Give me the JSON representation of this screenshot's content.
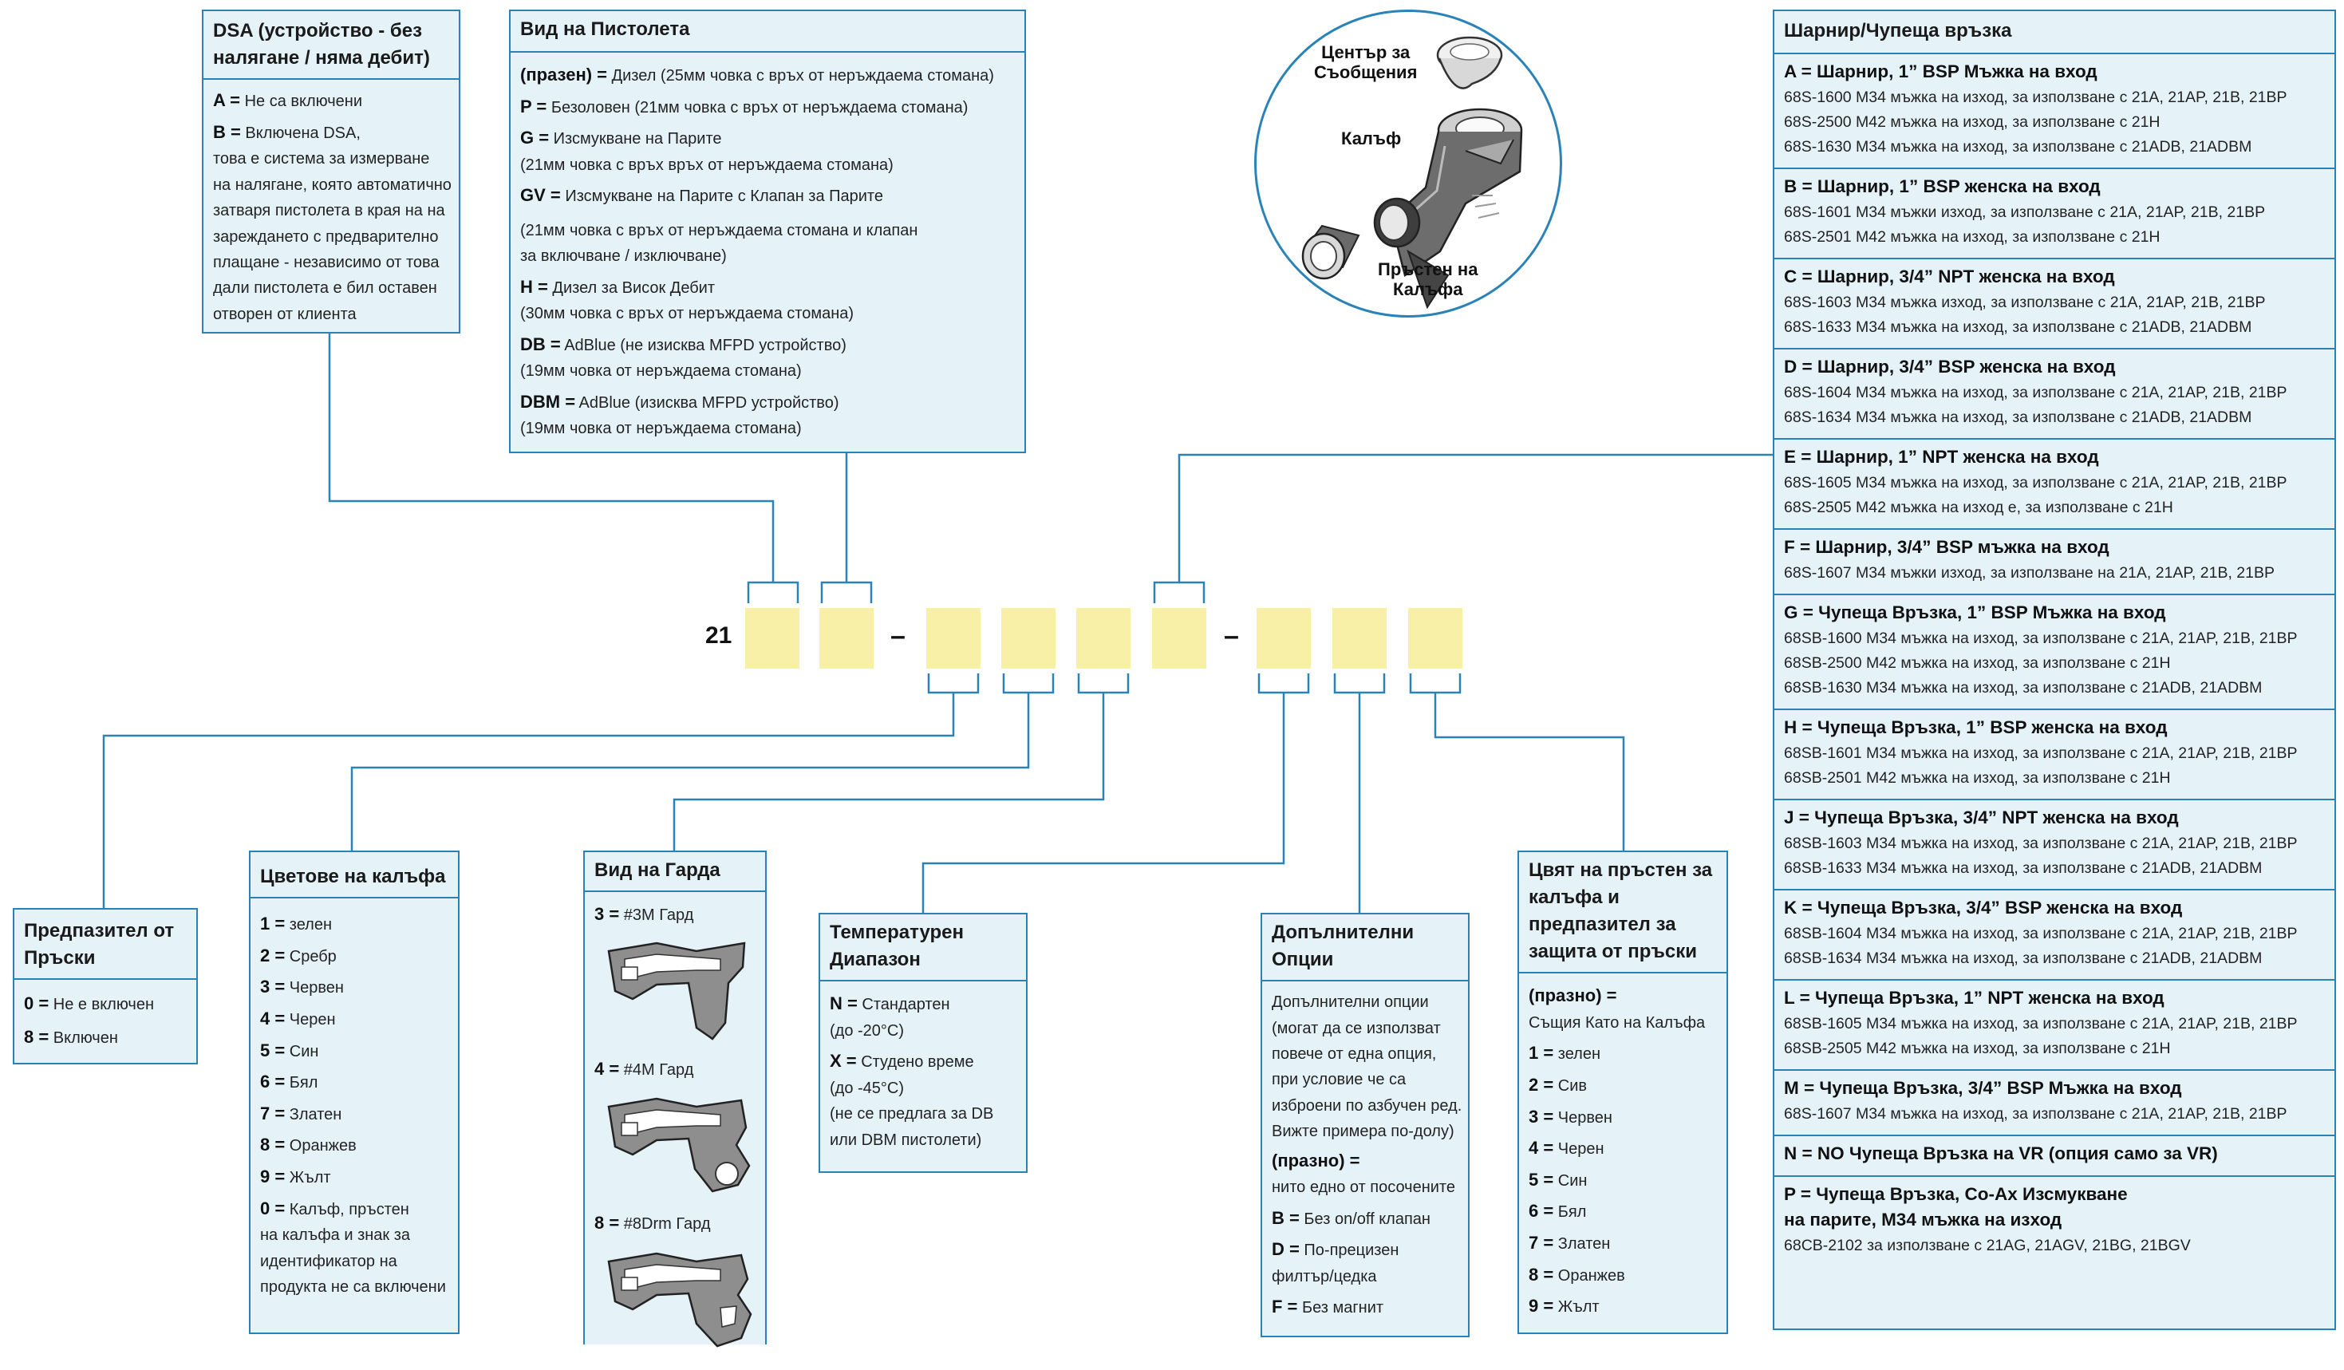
{
  "code": {
    "prefix": "21",
    "dash1": "–",
    "dash2": "–"
  },
  "colors": {
    "border": "#2a83b8",
    "box_fill": "#e5f3f9",
    "slot_fill": "#f7f0a6"
  },
  "dsa": {
    "title": "DSA (устройство - без налягане / няма дебит)",
    "a_key": "A =",
    "a_text": "Не са включени",
    "b_key": "B =",
    "b_text": "Включена DSA,",
    "b_lines": [
      "това е система за измерване",
      "на налягане, която автоматично",
      "затваря пистолета в края на на",
      "зареждането с предварително",
      "плащане - независимо от това",
      "дали пистолета е бил оставен",
      "отворен от клиента"
    ]
  },
  "nozzle": {
    "title": "Вид на Пистолета",
    "items": [
      {
        "key": "(празен) =",
        "text": "Дизел (25мм човка с връх от неръждаема стомана)"
      },
      {
        "key": "P =",
        "text": "Безоловен (21мм човка с връх от неръждаема стомана)"
      },
      {
        "key": "G =",
        "text": "Изсмукване на Парите",
        "cont": "(21мм човка с връх връх от неръждаема стомана)"
      },
      {
        "key": "GV =",
        "text": "Изсмукване на Парите с Клапан за Парите"
      },
      {
        "key": "",
        "text": "(21мм човка с връх от неръждаема стомана и клапан",
        "cont": "за включване / изключване)"
      },
      {
        "key": "H =",
        "text": "Дизел за Висок Дебит",
        "cont": "(30мм човка с връх от неръждаема стомана)"
      },
      {
        "key": "DB =",
        "text": "AdBlue (не изисква MFPD устройство)",
        "cont": "(19мм човка от неръждаема стомана)"
      },
      {
        "key": "DBM =",
        "text": "AdBlue (изисква MFPD устройство)",
        "cont": "(19мм човка от неръждаема стомана)"
      }
    ]
  },
  "illustration": {
    "label_msg": "Център за\nСъобщения",
    "label_boot": "Калъф",
    "label_ring": "Пръстен на\nКалъфа",
    "icons": [
      "message-center-icon",
      "nozzle-boot-icon",
      "boot-ring-icon"
    ]
  },
  "swivel": {
    "title": "Шарнир/Чупеща връзка",
    "sections": [
      {
        "title": "A = Шарнир, 1” BSP Мъжка на вход",
        "lines": [
          "68S-1600 M34 мъжка на изход, за използване с  21A, 21AP, 21B, 21BP",
          "68S-2500 M42 мъжка на изход, за използване с 21H",
          "68S-1630 M34 мъжка на изход, за използване с 21ADB, 21ADBM"
        ]
      },
      {
        "title": "B = Шарнир, 1” BSP женска на вход",
        "lines": [
          "68S-1601 M34 мъжки изход, за използване с 21A, 21AP, 21B, 21BP",
          "68S-2501 M42 мъжка на изход, за използване с 21H"
        ]
      },
      {
        "title": "C = Шарнир, 3/4” NPT женска на вход",
        "lines": [
          "68S-1603 M34 мъжка изход, за използване с  21A, 21AP, 21B, 21BP",
          "68S-1633 M34 мъжка на изход, за използване с  21ADB, 21ADBM"
        ]
      },
      {
        "title": "D = Шарнир, 3/4” BSP женска на вход",
        "lines": [
          "68S-1604 M34 мъжка на изход, за използване с  21A, 21AP, 21B, 21BP",
          "68S-1634 M34 мъжка на изход, за използване с  21ADB, 21ADBM"
        ]
      },
      {
        "title": "E = Шарнир, 1” NPT женска на вход",
        "lines": [
          "68S-1605 M34 мъжка на изход, за използване с  21A, 21AP, 21B, 21BP",
          "68S-2505 M42 мъжка на изход е, за използване с  21H"
        ]
      },
      {
        "title": "F = Шарнир, 3/4” BSP мъжка на вход",
        "lines": [
          "68S-1607 M34 мъжки изход, за използване на 21A, 21AP, 21B, 21BP"
        ]
      },
      {
        "title": "G = Чупеща Връзка, 1” BSP Мъжка на вход",
        "lines": [
          "68SB-1600 M34 мъжка на изход, за използване с 21A, 21AP, 21B, 21BP",
          "68SB-2500 M42 мъжка на изход, за използване с 21H",
          "68SB-1630 M34 мъжка на изход, за използване с 21ADB, 21ADBM"
        ]
      },
      {
        "title": "H = Чупеща Връзка, 1” BSP женска на вход",
        "lines": [
          "68SB-1601 M34 мъжка на изход, за използване с  21A, 21AP, 21B, 21BP",
          "68SB-2501 M42 мъжка на изход, за използване с  21H"
        ]
      },
      {
        "title": "J = Чупеща Връзка, 3/4” NPT женска на вход",
        "lines": [
          "68SB-1603 M34 мъжка на изход, за използване с  21A, 21AP, 21B, 21BP",
          "68SB-1633 M34 мъжка на изход, за използване с  21ADB, 21ADBM"
        ]
      },
      {
        "title": "K = Чупеща Връзка, 3/4” BSP женска на вход",
        "lines": [
          "68SB-1604 M34 мъжка на изход, за използване с  21A, 21AP, 21B, 21BP",
          "68SB-1634 M34 мъжка на изход, за използване с  21ADB, 21ADBM"
        ]
      },
      {
        "title": "L = Чупеща Връзка, 1” NPT женска на вход",
        "lines": [
          "68SB-1605 M34 мъжка на изход, за използване с 21A, 21AP, 21B, 21BP",
          "68SB-2505 M42 мъжка на изход, за използване с  21H"
        ]
      },
      {
        "title": "M = Чупеща Връзка, 3/4” BSP Мъжка на вход",
        "lines": [
          "68S-1607 M34 мъжка на изход, за използване с 21A, 21AP, 21B, 21BP"
        ]
      },
      {
        "title": "N = NO Чупеща Връзка на VR (опция само за VR)",
        "lines": []
      },
      {
        "title": "P = Чупеща Връзка, Co-Ax Изсмукване",
        "title2": "на парите, M34 мъжка на изход",
        "lines": [
          "68CB-2102 за използване с  21AG, 21AGV, 21BG, 21BGV"
        ]
      }
    ]
  },
  "splash": {
    "title": "Предпазител от Пръски",
    "items": [
      {
        "key": "0 =",
        "text": "Не е включен"
      },
      {
        "key": "8 =",
        "text": "Включен"
      }
    ]
  },
  "bootcolor": {
    "title": "Цветове на калъфа",
    "items": [
      {
        "key": "1 =",
        "text": "зелен"
      },
      {
        "key": "2 =",
        "text": "Сребр"
      },
      {
        "key": "3 =",
        "text": "Червен"
      },
      {
        "key": "4 =",
        "text": "Черен"
      },
      {
        "key": "5 =",
        "text": "Син"
      },
      {
        "key": "6 =",
        "text": "Бял"
      },
      {
        "key": "7 =",
        "text": "Златен"
      },
      {
        "key": "8 =",
        "text": "Оранжев"
      },
      {
        "key": "9 =",
        "text": "Жълт"
      }
    ],
    "zero_key": "0 =",
    "zero_text": "Калъф, пръстен",
    "zero_lines": [
      "на калъфа и знак за",
      "идентификатор на",
      "продукта не са включени"
    ]
  },
  "guard": {
    "title": "Вид на Гарда",
    "items": [
      {
        "key": "3 =",
        "text": "#3M Гард"
      },
      {
        "key": "4 =",
        "text": "#4M Гард"
      },
      {
        "key": "8 =",
        "text": "#8Drm Гард"
      }
    ]
  },
  "temp": {
    "title": "Температурен Диапазон",
    "n_key": "N =",
    "n_text": "Стандартен",
    "n_cont": "(до -20°C)",
    "x_key": "X =",
    "x_text": "Студено време",
    "x_cont": [
      "(до -45°C)",
      "(не се предлага за DB",
      "или DBM пистолети)"
    ]
  },
  "options": {
    "title": "Допълнителни Опции",
    "intro": [
      "Допълнителни опции",
      "(могат да се използват",
      "повече от една опция,",
      "при условие че са",
      "изброени по азбучен ред.",
      "Вижте примера по-долу)"
    ],
    "blank_key": "(празно) =",
    "blank_text": "нито едно от посочените",
    "items": [
      {
        "key": "B =",
        "text": "Без on/off клапан"
      },
      {
        "key": "D =",
        "text": "По-прецизен",
        "cont": "филтър/цедка"
      },
      {
        "key": "F =",
        "text": "Без магнит"
      }
    ]
  },
  "ringcolor": {
    "title": "Цвят на пръстен за калъфа и предпазител за защита от пръски",
    "blank_key": "(празно) =",
    "blank_text": "Същия Като на Калъфа",
    "items": [
      {
        "key": "1 =",
        "text": "зелен"
      },
      {
        "key": "2 =",
        "text": "Сив"
      },
      {
        "key": "3 =",
        "text": "Червен"
      },
      {
        "key": "4 =",
        "text": "Черен"
      },
      {
        "key": "5 =",
        "text": "Син"
      },
      {
        "key": "6 =",
        "text": "Бял"
      },
      {
        "key": "7 =",
        "text": "Златен"
      },
      {
        "key": "8 =",
        "text": "Оранжев"
      },
      {
        "key": "9 =",
        "text": "Жълт"
      }
    ]
  }
}
